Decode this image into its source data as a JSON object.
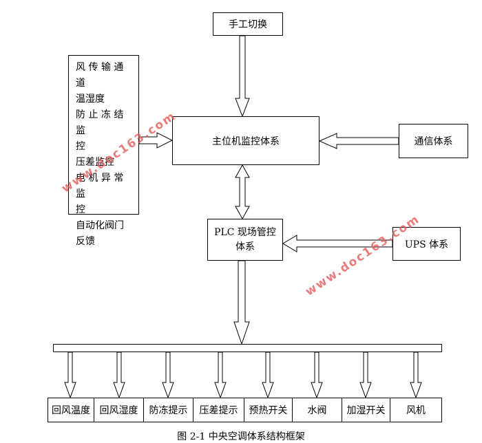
{
  "nodes": {
    "manual_switch": "手工切换",
    "main_monitor": "主位机监控体系",
    "comm_system": "通信体系",
    "plc": "PLC 现场管控\n体系",
    "ups": "UPS 体系"
  },
  "left_panel": [
    "风 传 输 通 道",
    "温湿度",
    "防 止 冻 结 监",
    "控",
    "压差监控",
    "电 机 异 常 监",
    "控",
    "自动化阀门",
    "反馈"
  ],
  "bottom_items": [
    "回风温度",
    "回风湿度",
    "防冻提示",
    "压差提示",
    "预热开关",
    "水阀",
    "加湿开关",
    "风机"
  ],
  "watermark": "www.doc163.com",
  "caption": "图 2-1 中央空调体系结构框架"
}
